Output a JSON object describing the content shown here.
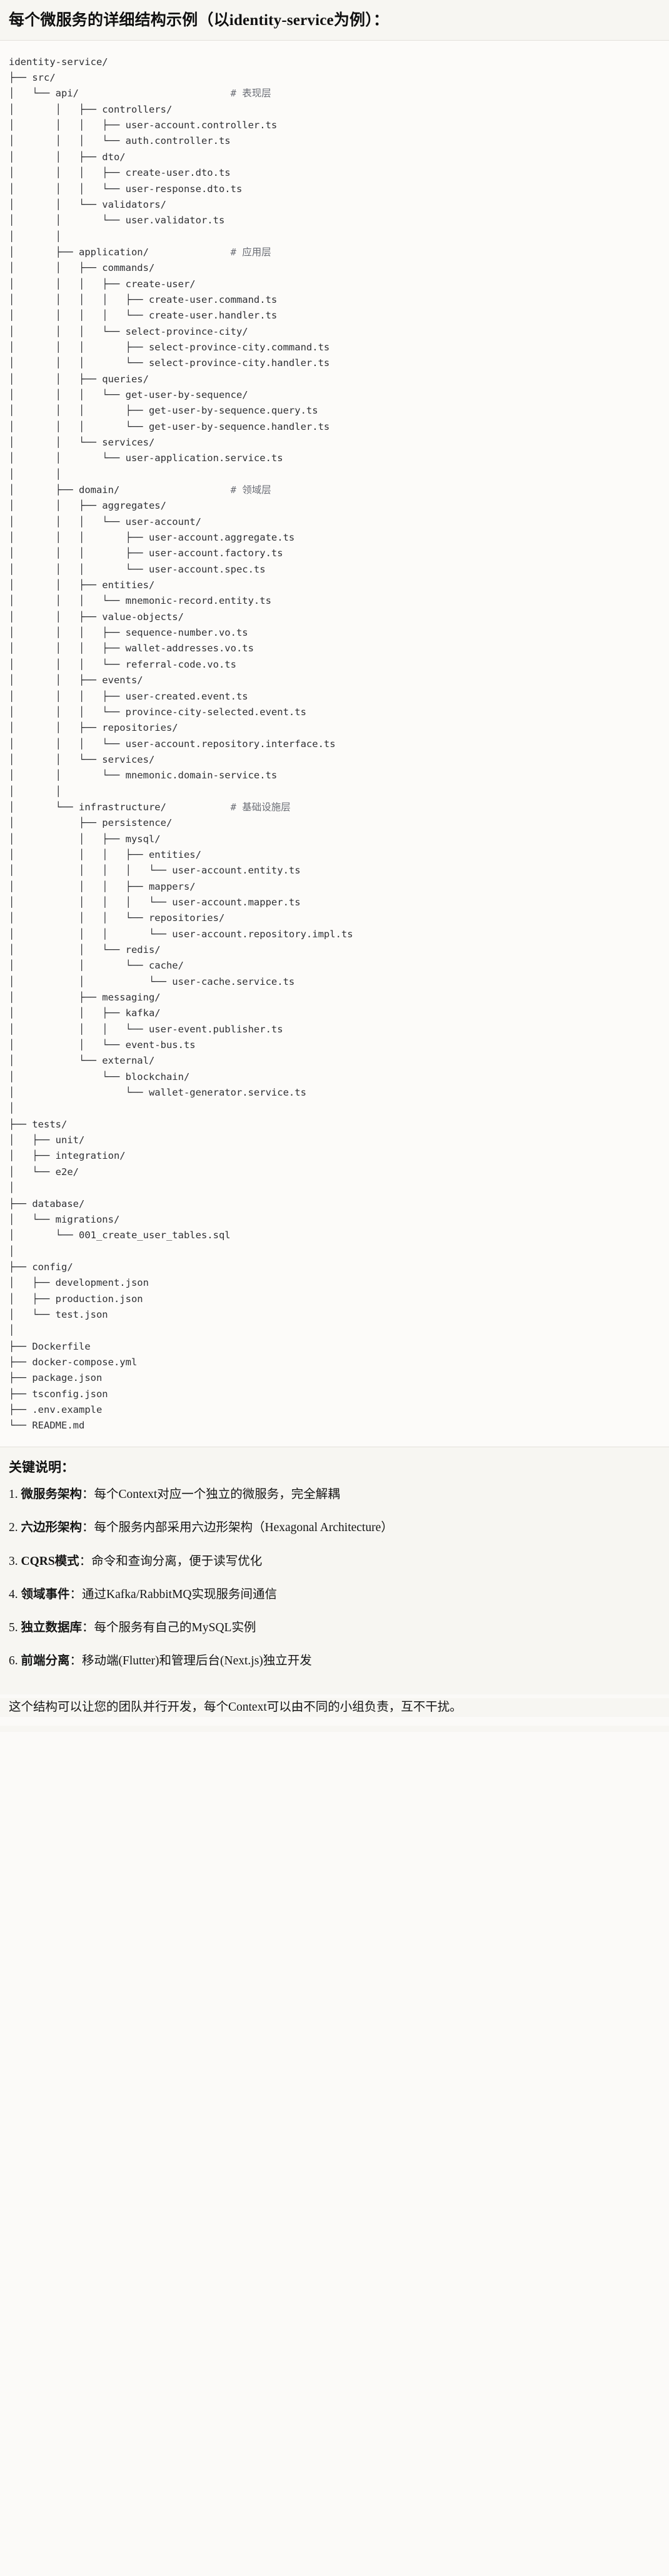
{
  "heading": "每个微服务的详细结构示例（以identity-service为例）：",
  "tree": {
    "root_label": "identity-service/",
    "comments": {
      "api": "# 表现层",
      "application": "# 应用层",
      "domain": "# 领域层",
      "infrastructure": "# 基础设施层"
    },
    "text": "identity-service/\n├── src/\n│   └── api/                          # 表现层\n│       │   ├── controllers/\n│       │   │   ├── user-account.controller.ts\n│       │   │   └── auth.controller.ts\n│       │   ├── dto/\n│       │   │   ├── create-user.dto.ts\n│       │   │   └── user-response.dto.ts\n│       │   └── validators/\n│       │       └── user.validator.ts\n│       │\n│       ├── application/              # 应用层\n│       │   ├── commands/\n│       │   │   ├── create-user/\n│       │   │   │   ├── create-user.command.ts\n│       │   │   │   └── create-user.handler.ts\n│       │   │   └── select-province-city/\n│       │   │       ├── select-province-city.command.ts\n│       │   │       └── select-province-city.handler.ts\n│       │   ├── queries/\n│       │   │   └── get-user-by-sequence/\n│       │   │       ├── get-user-by-sequence.query.ts\n│       │   │       └── get-user-by-sequence.handler.ts\n│       │   └── services/\n│       │       └── user-application.service.ts\n│       │\n│       ├── domain/                   # 领域层\n│       │   ├── aggregates/\n│       │   │   └── user-account/\n│       │   │       ├── user-account.aggregate.ts\n│       │   │       ├── user-account.factory.ts\n│       │   │       └── user-account.spec.ts\n│       │   ├── entities/\n│       │   │   └── mnemonic-record.entity.ts\n│       │   ├── value-objects/\n│       │   │   ├── sequence-number.vo.ts\n│       │   │   ├── wallet-addresses.vo.ts\n│       │   │   └── referral-code.vo.ts\n│       │   ├── events/\n│       │   │   ├── user-created.event.ts\n│       │   │   └── province-city-selected.event.ts\n│       │   ├── repositories/\n│       │   │   └── user-account.repository.interface.ts\n│       │   └── services/\n│       │       └── mnemonic.domain-service.ts\n│       │\n│       └── infrastructure/           # 基础设施层\n│           ├── persistence/\n│           │   ├── mysql/\n│           │   │   ├── entities/\n│           │   │   │   └── user-account.entity.ts\n│           │   │   ├── mappers/\n│           │   │   │   └── user-account.mapper.ts\n│           │   │   └── repositories/\n│           │   │       └── user-account.repository.impl.ts\n│           │   └── redis/\n│           │       └── cache/\n│           │           └── user-cache.service.ts\n│           ├── messaging/\n│           │   ├── kafka/\n│           │   │   └── user-event.publisher.ts\n│           │   └── event-bus.ts\n│           └── external/\n│               └── blockchain/\n│                   └── wallet-generator.service.ts\n│\n├── tests/\n│   ├── unit/\n│   ├── integration/\n│   └── e2e/\n│\n├── database/\n│   └── migrations/\n│       └── 001_create_user_tables.sql\n│\n├── config/\n│   ├── development.json\n│   ├── production.json\n│   └── test.json\n│\n├── Dockerfile\n├── docker-compose.yml\n├── package.json\n├── tsconfig.json\n├── .env.example\n└── README.md"
  },
  "notes": {
    "title": "关键说明：",
    "items": [
      {
        "num": "1.",
        "term": "微服务架构",
        "sep": "：",
        "desc": "每个Context对应一个独立的微服务，完全解耦"
      },
      {
        "num": "2.",
        "term": "六边形架构",
        "sep": "：",
        "desc": "每个服务内部采用六边形架构（Hexagonal Architecture）"
      },
      {
        "num": "3.",
        "term": "CQRS模式",
        "sep": "：",
        "desc": "命令和查询分离，便于读写优化"
      },
      {
        "num": "4.",
        "term": "领域事件",
        "sep": "：",
        "desc": "通过Kafka/RabbitMQ实现服务间通信"
      },
      {
        "num": "5.",
        "term": "独立数据库",
        "sep": "：",
        "desc": "每个服务有自己的MySQL实例"
      },
      {
        "num": "6.",
        "term": "前端分离",
        "sep": "：",
        "desc": "移动端(Flutter)和管理后台(Next.js)独立开发"
      }
    ],
    "closing": "这个结构可以让您的团队并行开发，每个Context可以由不同的小组负责，互不干扰。"
  },
  "colors": {
    "page_bg": "#fbfaf8",
    "heading_bg": "#f7f6f2",
    "code_bg": "#fcfbf9",
    "text": "#1a1a1a",
    "code_text": "#2e2f33",
    "comment_text": "#6a6d75",
    "rule": "#e3e1dc"
  }
}
